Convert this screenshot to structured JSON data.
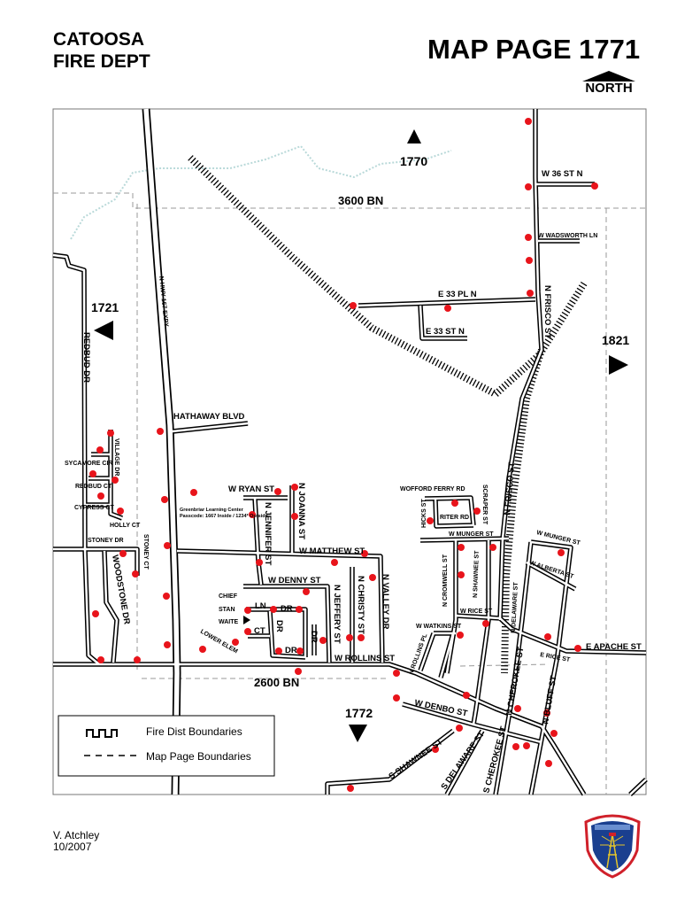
{
  "header": {
    "dept_line1": "CATOOSA",
    "dept_line2": "FIRE DEPT",
    "map_title": "MAP PAGE 1771",
    "north_label": "NORTH"
  },
  "adjacent_pages": {
    "top": "1770",
    "left": "1721",
    "right": "1821",
    "bottom": "1772"
  },
  "grid_lines": {
    "north": "3600 BN",
    "south": "2600 BN"
  },
  "landmark": {
    "name": "Greenbriar Learning Center",
    "passcode": "Passcode: 1667 Inside / 1234* Outside"
  },
  "streets": [
    "W 36 ST N",
    "W WADSWORTH LN",
    "E 33 PL N",
    "E 33 ST N",
    "N FRISCO ST",
    "N HWY 167 EXPY",
    "REDBUD DR",
    "HATHAWAY BLVD",
    "VILLAGE DR",
    "SYCAMORE CIR",
    "REDBUD CT",
    "CYPRESS CT",
    "HOLLY CT",
    "STONEY DR",
    "STONEY CT",
    "WOODSTONE DR",
    "W RYAN ST",
    "N JOANNA ST",
    "N JENNIFER ST",
    "W MATTHEW ST",
    "W DENNY ST",
    "CHIEF",
    "STAN",
    "WAITE",
    "LN",
    "DR",
    "CT",
    "DR",
    "DR",
    "DR",
    "LOWER ELEM",
    "N JEFFERY ST",
    "N CHRISTY ST",
    "N VALLEY DR",
    "W ROLLINS ST",
    "N ROLLINS PL",
    "WOFFORD FERRY RD",
    "HICKS ST",
    "RITER RD",
    "SCRAPER ST",
    "W MUNGER ST",
    "N FRISCO ST",
    "N CROMWELL ST",
    "N SHAWNEE ST",
    "W RICE ST",
    "W WATKINS ST",
    "N DELAWARE ST",
    "W MUNGER ST",
    "W ALBERTA ST",
    "E APACHE ST",
    "E RICE ST",
    "N CHEROKEE ST",
    "N BLUFF ST",
    "W DENBO ST",
    "S SHAWNEE ST",
    "S DELAWARE ST",
    "S CHEROKEE ST"
  ],
  "legend": {
    "fire_dist": "Fire Dist Boundaries",
    "map_page": "Map Page Boundaries"
  },
  "footer": {
    "author": "V. Atchley",
    "date": "10/2007"
  },
  "colors": {
    "hydrant": "#e8141b",
    "fire_boundary": "#b9d9d9",
    "page_boundary": "#888888"
  }
}
